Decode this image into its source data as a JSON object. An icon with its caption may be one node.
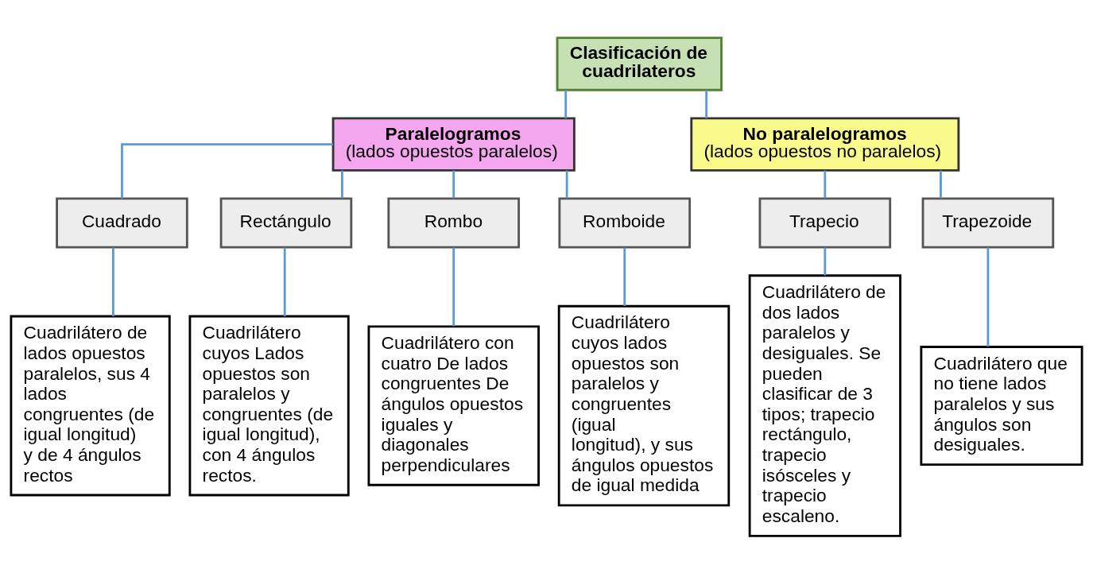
{
  "diagram": {
    "nodes": [
      {
        "text": [
          "Clasificación de cuadrilateros"
        ]
      },
      {
        "text": [
          "Paralelogramos",
          "(lados opuestos paralelos)"
        ]
      },
      {
        "text": [
          "No paralelogramos",
          "(lados opuestos no paralelos)"
        ]
      },
      {
        "text": [
          "Cuadrado"
        ]
      },
      {
        "text": [
          "Rectángulo"
        ]
      },
      {
        "text": [
          "Rombo"
        ]
      },
      {
        "text": [
          "Romboide"
        ]
      },
      {
        "text": [
          "Trapecio"
        ]
      },
      {
        "text": [
          "Trapezoide"
        ]
      },
      {
        "text": [
          "Cuadrilátero de lados opuestos paralelos, sus 4 lados congruentes (de igual longitud) y de 4 ángulos rectos"
        ]
      },
      {
        "text": [
          "Cuadrilátero cuyos Lados opuestos son paralelos y congruentes (de igual longitud), con 4 ángulos rectos."
        ]
      },
      {
        "text": [
          "Cuadrilátero con cuatro De lados congruentes De ángulos opuestos iguales y diagonales perpendiculares"
        ]
      },
      {
        "text": [
          "Cuadrilátero cuyos lados opuestos son paralelos y congruentes (igual longitud), y sus ángulos opuestos de igual medida"
        ]
      },
      {
        "text": [
          "Cuadrilátero de dos lados paralelos y desiguales. Se pueden clasificar de 3 tipos; trapecio rectángulo, trapecio isósceles y trapecio escaleno."
        ]
      },
      {
        "text": [
          "Cuadrilátero que no tiene lados paralelos y sus ángulos son desiguales."
        ]
      }
    ],
    "edges": [
      {
        "from": 0,
        "to": 1,
        "arrow": "none"
      },
      {
        "from": 0,
        "to": 2,
        "arrow": "none"
      },
      {
        "from": 1,
        "to": 3,
        "arrow": "none"
      },
      {
        "from": 1,
        "to": 4,
        "arrow": "none"
      },
      {
        "from": 1,
        "to": 5,
        "arrow": "none"
      },
      {
        "from": 1,
        "to": 6,
        "arrow": "none"
      },
      {
        "from": 2,
        "to": 7,
        "arrow": "none"
      },
      {
        "from": 2,
        "to": 8,
        "arrow": "none"
      },
      {
        "from": 3,
        "to": 9,
        "arrow": "none"
      },
      {
        "from": 4,
        "to": 10,
        "arrow": "none"
      },
      {
        "from": 5,
        "to": 11,
        "arrow": "none"
      },
      {
        "from": 6,
        "to": 12,
        "arrow": "none"
      },
      {
        "from": 7,
        "to": 13,
        "arrow": "none"
      },
      {
        "from": 8,
        "to": 14,
        "arrow": "none"
      }
    ]
  }
}
